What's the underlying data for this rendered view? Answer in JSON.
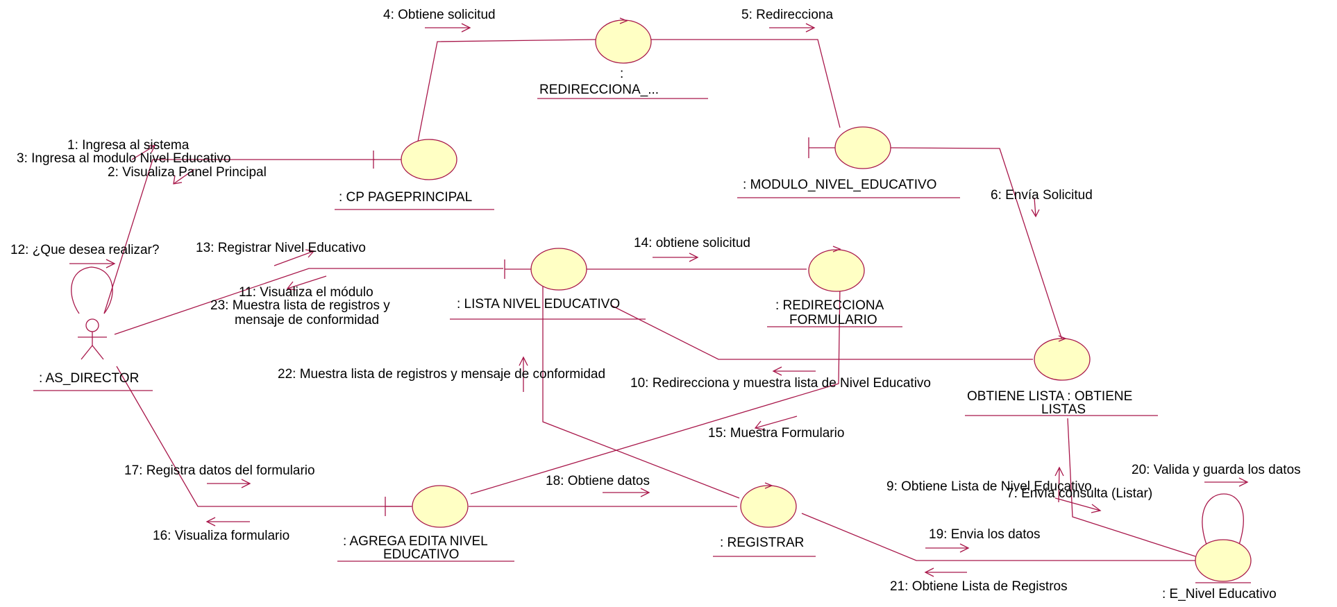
{
  "colors": {
    "line": "#a8174a",
    "object_fill": "#ffffc4",
    "text": "#000000",
    "background": "#ffffff"
  },
  "objects": {
    "actor": ": AS_DIRECTOR",
    "cp_page_principal": ": CP PAGEPRINCIPAL",
    "redirecciona_top_colon": ":",
    "redirecciona_top": "REDIRECCIONA_...",
    "modulo_nivel_educativo": ": MODULO_NIVEL_EDUCATIVO",
    "lista_nivel_educativo": ": LISTA NIVEL EDUCATIVO",
    "redirecciona_formulario_1": ": REDIRECCIONA",
    "redirecciona_formulario_2": "FORMULARIO",
    "obtiene_listas_1": "OBTIENE LISTA : OBTIENE",
    "obtiene_listas_2": "LISTAS",
    "agrega_edita_1": ": AGREGA EDITA NIVEL",
    "agrega_edita_2": "EDUCATIVO",
    "registrar": ": REGISTRAR",
    "e_nivel_educativo": ": E_Nivel Educativo"
  },
  "messages": {
    "m1": "1: Ingresa al sistema",
    "m2": "2: Visualiza Panel Principal",
    "m3": "3: Ingresa al modulo Nivel Educativo",
    "m4": "4: Obtiene solicitud",
    "m5": "5: Redirecciona",
    "m6": "6: Envía Solicitud",
    "m7": "7: Envía consulta (Listar)",
    "m9": "9: Obtiene Lista de Nivel Educativo",
    "m10": "10: Redirecciona y muestra lista de Nivel Educativo",
    "m11": "11: Visualiza el módulo",
    "m12": "12: ¿Que desea realizar?",
    "m13": "13: Registrar Nivel Educativo",
    "m14": "14: obtiene solicitud",
    "m15": "15: Muestra Formulario",
    "m16": "16: Visualiza formulario",
    "m17": "17: Registra datos del formulario",
    "m18": "18: Obtiene datos",
    "m19": "19: Envia los datos",
    "m20": "20: Valida y guarda los datos",
    "m21": "21: Obtiene Lista de Registros",
    "m22": "22: Muestra lista de registros y mensaje de conformidad",
    "m23_1": "23: Muestra lista de registros y",
    "m23_2": "mensaje de conformidad"
  }
}
